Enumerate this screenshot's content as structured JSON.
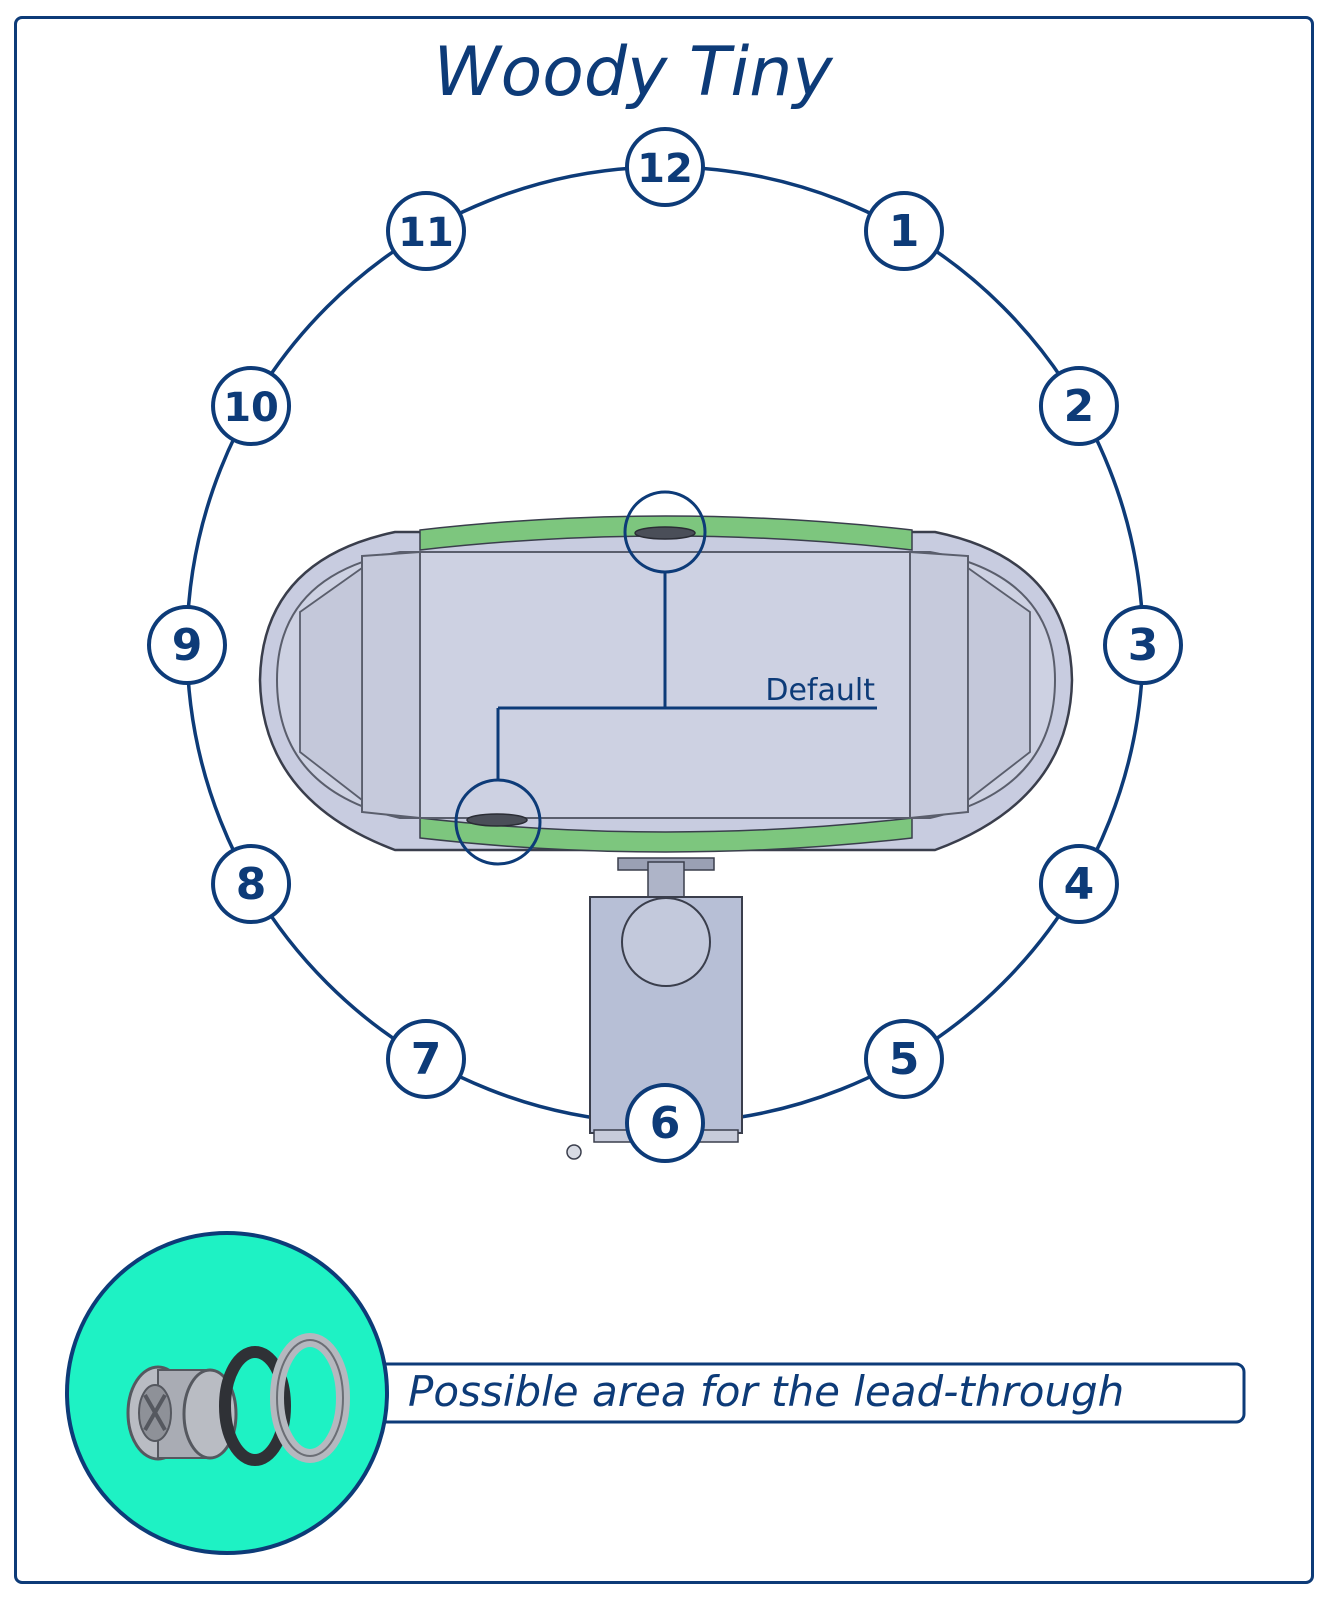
{
  "title": "Woody Tiny",
  "positions": [
    "12",
    "1",
    "2",
    "3",
    "4",
    "5",
    "6",
    "7",
    "8",
    "9",
    "10",
    "11"
  ],
  "default_label": "Default",
  "legend": {
    "text": "Possible area for the lead-through",
    "icon": "lead-through-fitting-icon"
  },
  "colors": {
    "primary": "#0d3b78",
    "possible_area": "#7dc67e",
    "legend_circle": "#1ef2c4",
    "tub_fill": "#cdd1e2",
    "heater_fill": "#b7bfd6"
  }
}
